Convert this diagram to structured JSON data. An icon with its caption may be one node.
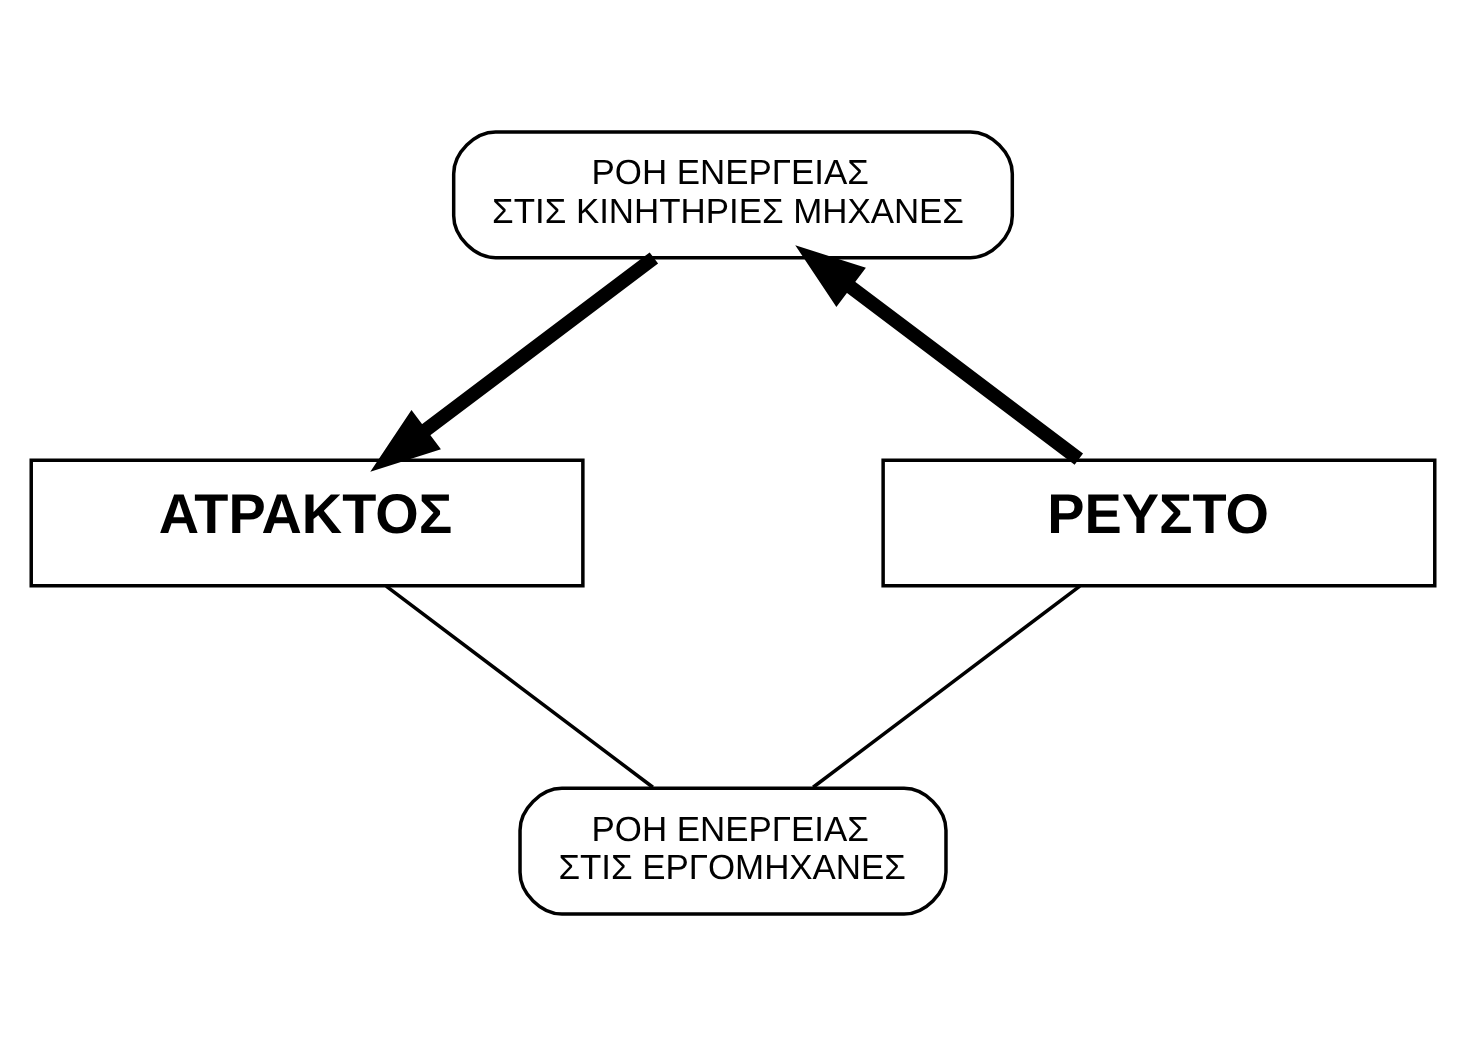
{
  "diagram": {
    "nodes": [
      {
        "text": [
          "ΡΟΗ ΕΝΕΡΓΕΙΑΣ ΣΤΙΣ ΚΙΝΗΤΗΡΙΕΣ ΜΗΧΑΝΕΣ"
        ]
      },
      {
        "text": [
          "ΑΤΡΑΚΤΟΣ"
        ]
      },
      {
        "text": [
          "ΡΕΥΣΤΟ"
        ]
      },
      {
        "text": [
          "ΡΟΗ ΕΝΕΡΓΕΙΑΣ ΣΤΙΣ ΕΡΓΟΜΗΧΑΝΕΣ"
        ]
      }
    ],
    "edges": [
      {
        "from": 2,
        "to": 0,
        "arrow": "to",
        "style": "thick"
      },
      {
        "from": 0,
        "to": 1,
        "arrow": "to",
        "style": "thick"
      },
      {
        "from": 1,
        "to": 3,
        "arrow": "none"
      },
      {
        "from": 3,
        "to": 2,
        "arrow": "none"
      }
    ]
  }
}
